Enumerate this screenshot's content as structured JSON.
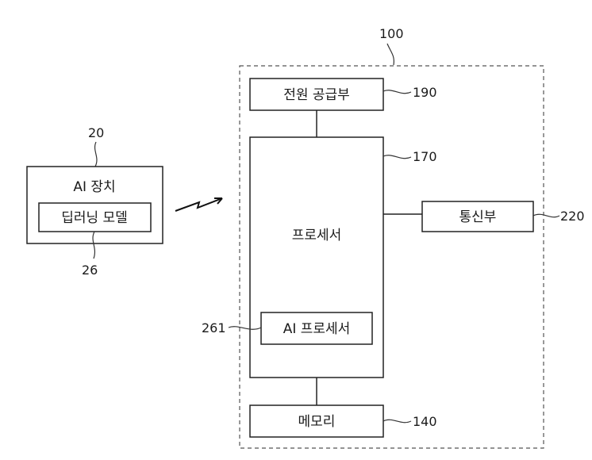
{
  "system": {
    "ref": "100",
    "blocks": {
      "power_supply": {
        "label": "전원 공급부",
        "ref": "190"
      },
      "processor": {
        "label": "프로세서",
        "ref": "170"
      },
      "ai_processor": {
        "label": "AI 프로세서",
        "ref": "261"
      },
      "communication": {
        "label": "통신부",
        "ref": "220"
      },
      "memory": {
        "label": "메모리",
        "ref": "140"
      }
    }
  },
  "ai_device": {
    "label": "AI 장치",
    "ref": "20",
    "deep_learning_model": {
      "label": "딥러닝 모델",
      "ref": "26"
    }
  }
}
